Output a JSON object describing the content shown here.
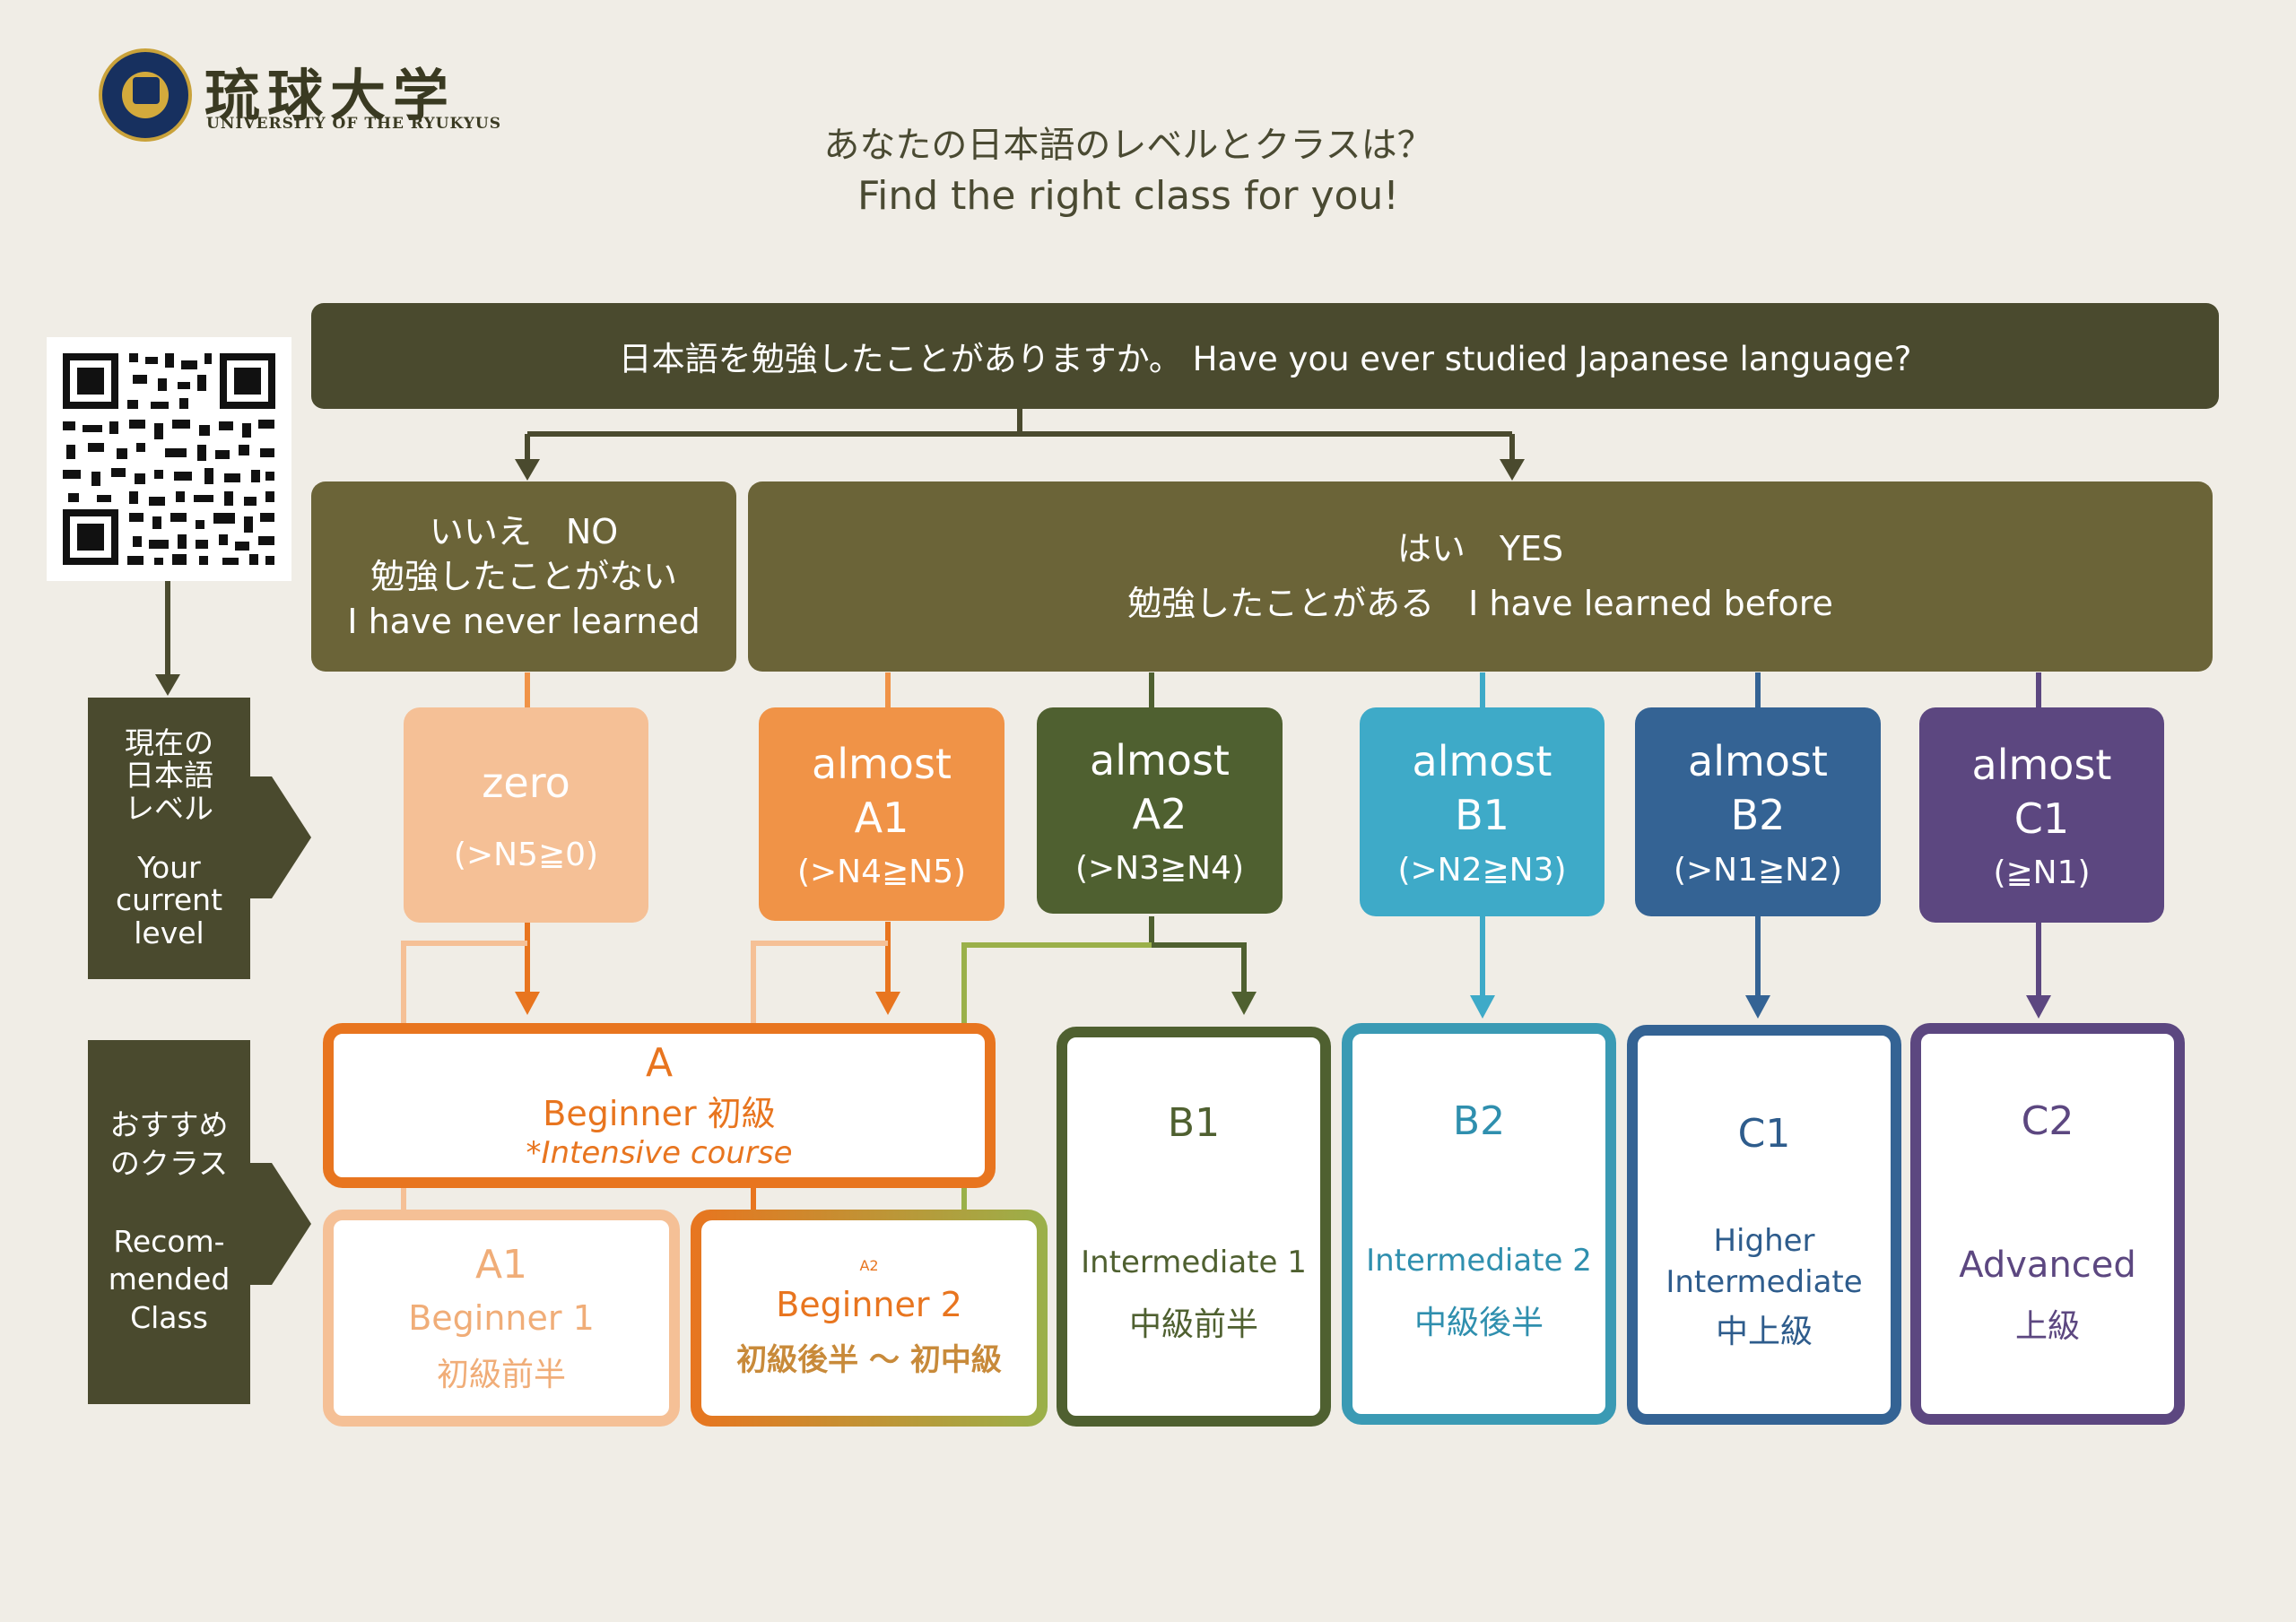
{
  "header": {
    "logo_jp": "琉球大学",
    "logo_en": "UNIVERSITY OF THE RYUKYUS",
    "title_jp": "あなたの日本語のレベルとクラスは？",
    "title_en": "Find the right class for you!"
  },
  "question": "日本語を勉強したことがありますか。 Have you ever studied Japanese language?",
  "answers": {
    "no": {
      "line1": "いいえ　NO",
      "line2": "勉強したことがない",
      "line3": "I have never learned"
    },
    "yes": {
      "line1": "はい　YES",
      "line2": "勉強したことがある　I have learned before"
    }
  },
  "side_labels": {
    "level": {
      "jp1": "現在の",
      "jp2": "日本語",
      "jp3": "レベル",
      "en1": "Your",
      "en2": "current",
      "en3": "level"
    },
    "class": {
      "jp1": "おすすめ",
      "jp2": "のクラス",
      "en1": "Recom-",
      "en2": "mended",
      "en3": "Class"
    }
  },
  "levels": [
    {
      "id": "zero",
      "title1": "zero",
      "title2": "",
      "sub": "(>N5≧0)",
      "color": "#f5c096"
    },
    {
      "id": "a1",
      "title1": "almost",
      "title2": "A1",
      "sub": "(>N4≧N5)",
      "color": "#f09347"
    },
    {
      "id": "a2",
      "title1": "almost",
      "title2": "A2",
      "sub": "(>N3≧N4)",
      "color": "#4f6030"
    },
    {
      "id": "b1",
      "title1": "almost",
      "title2": "B1",
      "sub": "(>N2≧N3)",
      "color": "#3eaac8"
    },
    {
      "id": "b2",
      "title1": "almost",
      "title2": "B2",
      "sub": "(>N1≧N2)",
      "color": "#346394"
    },
    {
      "id": "c1",
      "title1": "almost",
      "title2": "C1",
      "sub": "(≧N1)",
      "color": "#5c4780"
    }
  ],
  "classes": {
    "a": {
      "code": "A",
      "name": "Beginner 初級",
      "note": "*Intensive course",
      "color": "#e8751f"
    },
    "a1": {
      "code": "A1",
      "name": "Beginner 1",
      "jp": "初級前半",
      "color": "#f5c096"
    },
    "a2": {
      "code": "A2",
      "name": "Beginner 2",
      "jp": "初級後半 〜 初中級",
      "color": "#e8751f",
      "color2": "#9ab04a"
    },
    "b1": {
      "code": "B1",
      "name": "Intermediate 1",
      "jp": "中級前半",
      "color": "#4f6030"
    },
    "b2": {
      "code": "B2",
      "name": "Intermediate 2",
      "jp": "中級後半",
      "color": "#3a9ab4"
    },
    "c1": {
      "code": "C1",
      "name1": "Higher",
      "name2": "Intermediate",
      "jp": "中上級",
      "color": "#346394"
    },
    "c2": {
      "code": "C2",
      "name": "Advanced",
      "jp": "上級",
      "color": "#5c4780"
    }
  },
  "colors": {
    "dark": "#4a4a2e",
    "answer": "#6b6438",
    "background": "#f0ede6"
  }
}
